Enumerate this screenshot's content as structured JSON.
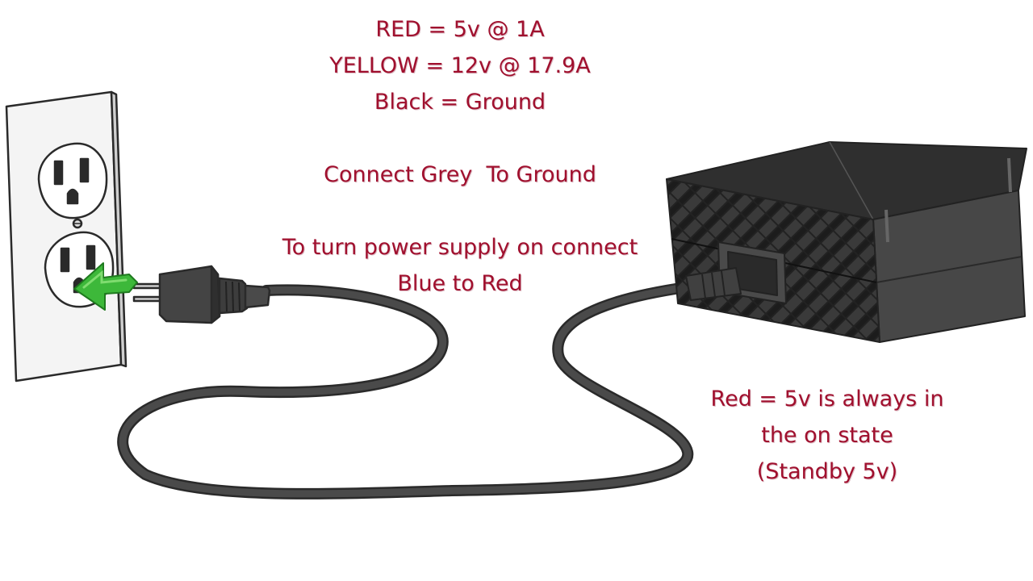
{
  "colors": {
    "text": "#a0102e",
    "outline": "#2a2a2a",
    "cord": "#4a4a4a",
    "psu_dark": "#3a3a3a",
    "psu_top": "#2f2f2f",
    "outlet_plate": "#f7f7f7",
    "arrow": "#3db83a"
  },
  "icons": {
    "outlet": "wall-outlet-icon",
    "plug": "plug-icon",
    "arrow": "plug-in-arrow-icon",
    "psu": "power-brick-icon"
  },
  "notes": {
    "wires": [
      "RED = 5v @ 1A",
      "YELLOW = 12v @ 17.9A",
      "Black = Ground"
    ],
    "grey": "Connect Grey  To Ground",
    "power_on": [
      "To turn power supply on connect",
      "Blue to Red"
    ],
    "standby": [
      "Red = 5v is always in",
      "the on state",
      "(Standby 5v)"
    ]
  }
}
